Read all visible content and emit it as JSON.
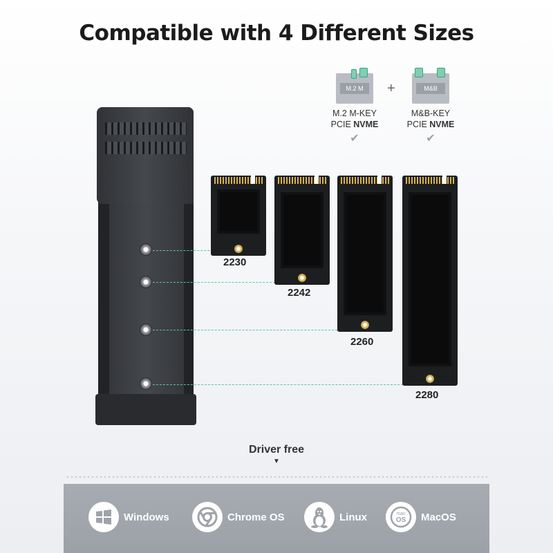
{
  "title": "Compatible with 4 Different Sizes",
  "key_types": [
    {
      "icon_label": "M.2 M",
      "line1": "M.2 M-KEY",
      "line2_prefix": "PCIE ",
      "line2_bold": "NVME",
      "icon": "check-icon"
    },
    {
      "icon_label": "M&B",
      "line1": "M&B-KEY",
      "line2_prefix": "PCIE ",
      "line2_bold": "NVME",
      "icon": "check-icon"
    }
  ],
  "plus": "+",
  "sizes": [
    "2230",
    "2242",
    "2260",
    "2280"
  ],
  "driver_free": "Driver free",
  "os_list": [
    {
      "label": "Windows",
      "icon": "windows-icon"
    },
    {
      "label": "Chrome OS",
      "icon": "chrome-icon"
    },
    {
      "label": "Linux",
      "icon": "linux-icon"
    },
    {
      "label": "MacOS",
      "icon": "macos-icon",
      "badge": "mac\nOS"
    }
  ],
  "colors": {
    "accent": "#5fc3a0",
    "os_bar": "#a3a7ae",
    "title": "#1b1b1b"
  }
}
